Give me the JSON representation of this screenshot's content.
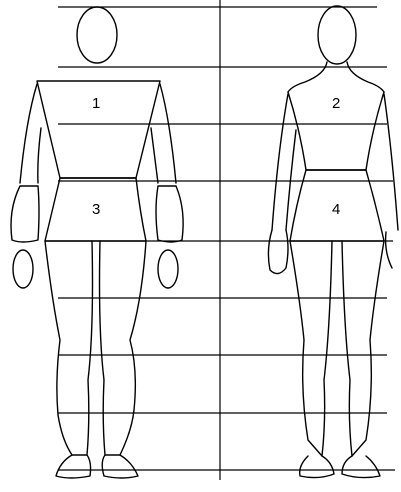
{
  "labels": {
    "section_1": "1",
    "section_2": "2",
    "section_3": "3",
    "section_4": "4"
  },
  "colors": {
    "stroke": "#000000",
    "background": "#ffffff"
  },
  "figures": [
    "male-figure",
    "female-figure"
  ]
}
